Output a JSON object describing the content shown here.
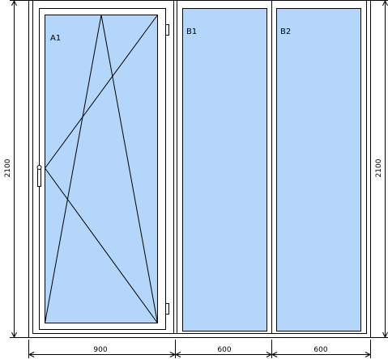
{
  "diagram": {
    "panes": [
      {
        "label": "A1",
        "type": "tilt-turn"
      },
      {
        "label": "B1",
        "type": "fixed"
      },
      {
        "label": "B2",
        "type": "fixed"
      }
    ],
    "dimensions": {
      "height_left": "2100",
      "height_right": "2100",
      "widths": [
        "900",
        "600",
        "600"
      ]
    },
    "colors": {
      "glass": "#b4d6fb",
      "frame": "#ffffff",
      "line": "#000000"
    },
    "icons": {
      "handle": "window-handle-icon",
      "hinge": "hinge-icon"
    }
  }
}
